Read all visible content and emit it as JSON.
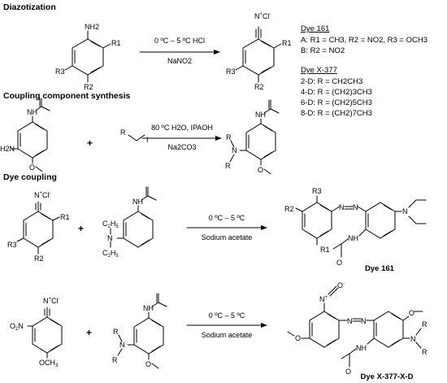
{
  "sections": {
    "diazotization": "Diazotization",
    "coupling_synthesis": "Coupling  component synthesis",
    "dye_coupling": "Dye coupling"
  },
  "conditions": {
    "diaz_top": "0 ºC – 5 ºC HCl",
    "diaz_bottom": "NaNO2",
    "ccs_top": "80 ºC H2O, IPAOH",
    "ccs_bottom": "Na2CO3",
    "c161_top": "0 ºC – 5 ºC",
    "c161_bottom": "Sodium acetate",
    "cx_top": "0 ºC – 5 ºC",
    "cx_bottom": "Sodium acetate"
  },
  "dye161_legend": {
    "title": "Dye 161",
    "a": "A: R1 = CH3, R2 = NO2, R3 = OCH3",
    "b": "B: R2 = NO2"
  },
  "dyex_legend": {
    "title": "Dye X-377",
    "items": [
      "2-D: R = CH2CH3",
      "4-D: R = (CH2)3CH3",
      "6-D: R = (CH2)5CH3",
      "8-D: R = (CH2)7CH3"
    ]
  },
  "atoms": {
    "nh2": "NH2",
    "r1": "R1",
    "r2": "R2",
    "r3": "R3",
    "n": "N",
    "nplus_cl": "N",
    "cl": "Cl",
    "nh": "NH",
    "h2n": "H2N",
    "o": "O",
    "r": "R",
    "i": "I",
    "c2h5": "C2H5",
    "no2": "NO2",
    "och3": "OCH3",
    "plus": "+"
  },
  "dye_names": {
    "dye161": "Dye 161",
    "dyex": "Dye X-377-X-D"
  }
}
